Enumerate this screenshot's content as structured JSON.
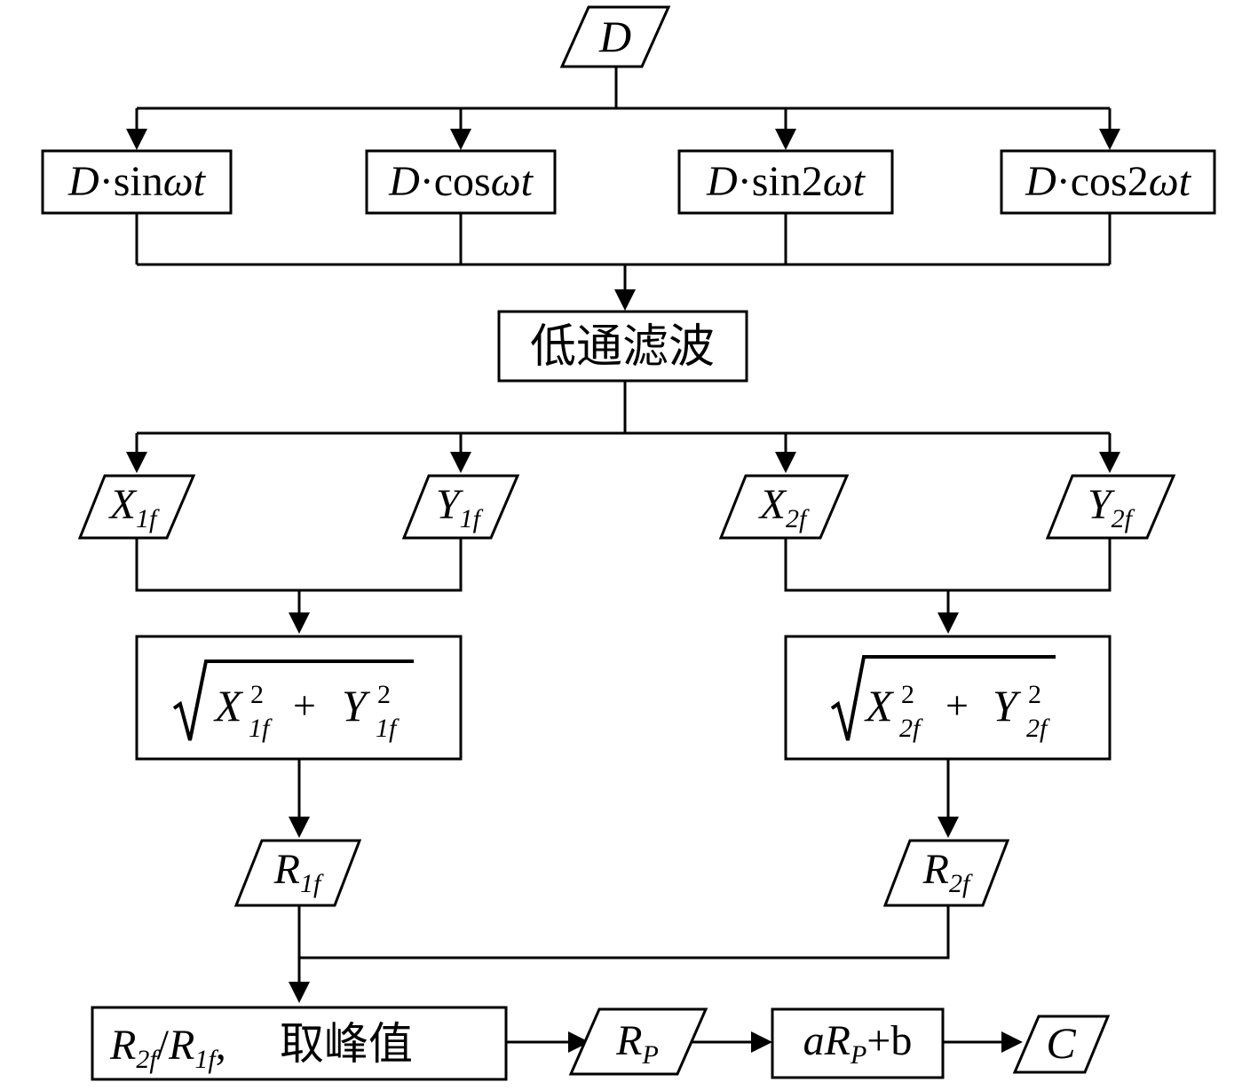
{
  "input": {
    "D": "D"
  },
  "modulators": {
    "sin1": {
      "a": "D",
      "b": "·sin",
      "c": "ωt"
    },
    "cos1": {
      "a": "D",
      "b": "·cos",
      "c": "ωt"
    },
    "sin2": {
      "a": "D",
      "b": "·sin2",
      "c": "ωt"
    },
    "cos2": {
      "a": "D",
      "b": "·cos2",
      "c": "ωt"
    }
  },
  "filter": {
    "label": "低通滤波"
  },
  "components": {
    "X1f": {
      "base": "X",
      "sub": "1f"
    },
    "Y1f": {
      "base": "Y",
      "sub": "1f"
    },
    "X2f": {
      "base": "X",
      "sub": "2f"
    },
    "Y2f": {
      "base": "Y",
      "sub": "2f"
    }
  },
  "magnitude1": {
    "x": "X",
    "y": "Y",
    "sup": "2",
    "sub": "1f",
    "plus": "+"
  },
  "magnitude2": {
    "x": "X",
    "y": "Y",
    "sup": "2",
    "sub": "2f",
    "plus": "+"
  },
  "R1f": {
    "base": "R",
    "sub": "1f"
  },
  "R2f": {
    "base": "R",
    "sub": "2f"
  },
  "ratio": {
    "num": "R",
    "num_sub": "2f",
    "slash": "/",
    "den": "R",
    "den_sub": "1f",
    "comma": ",",
    "text": "取峰值"
  },
  "RP": {
    "base": "R",
    "sub": "P"
  },
  "calib": {
    "a": "a",
    "R": "R",
    "sub": "P",
    "rest": "+b"
  },
  "output": {
    "C": "C"
  }
}
